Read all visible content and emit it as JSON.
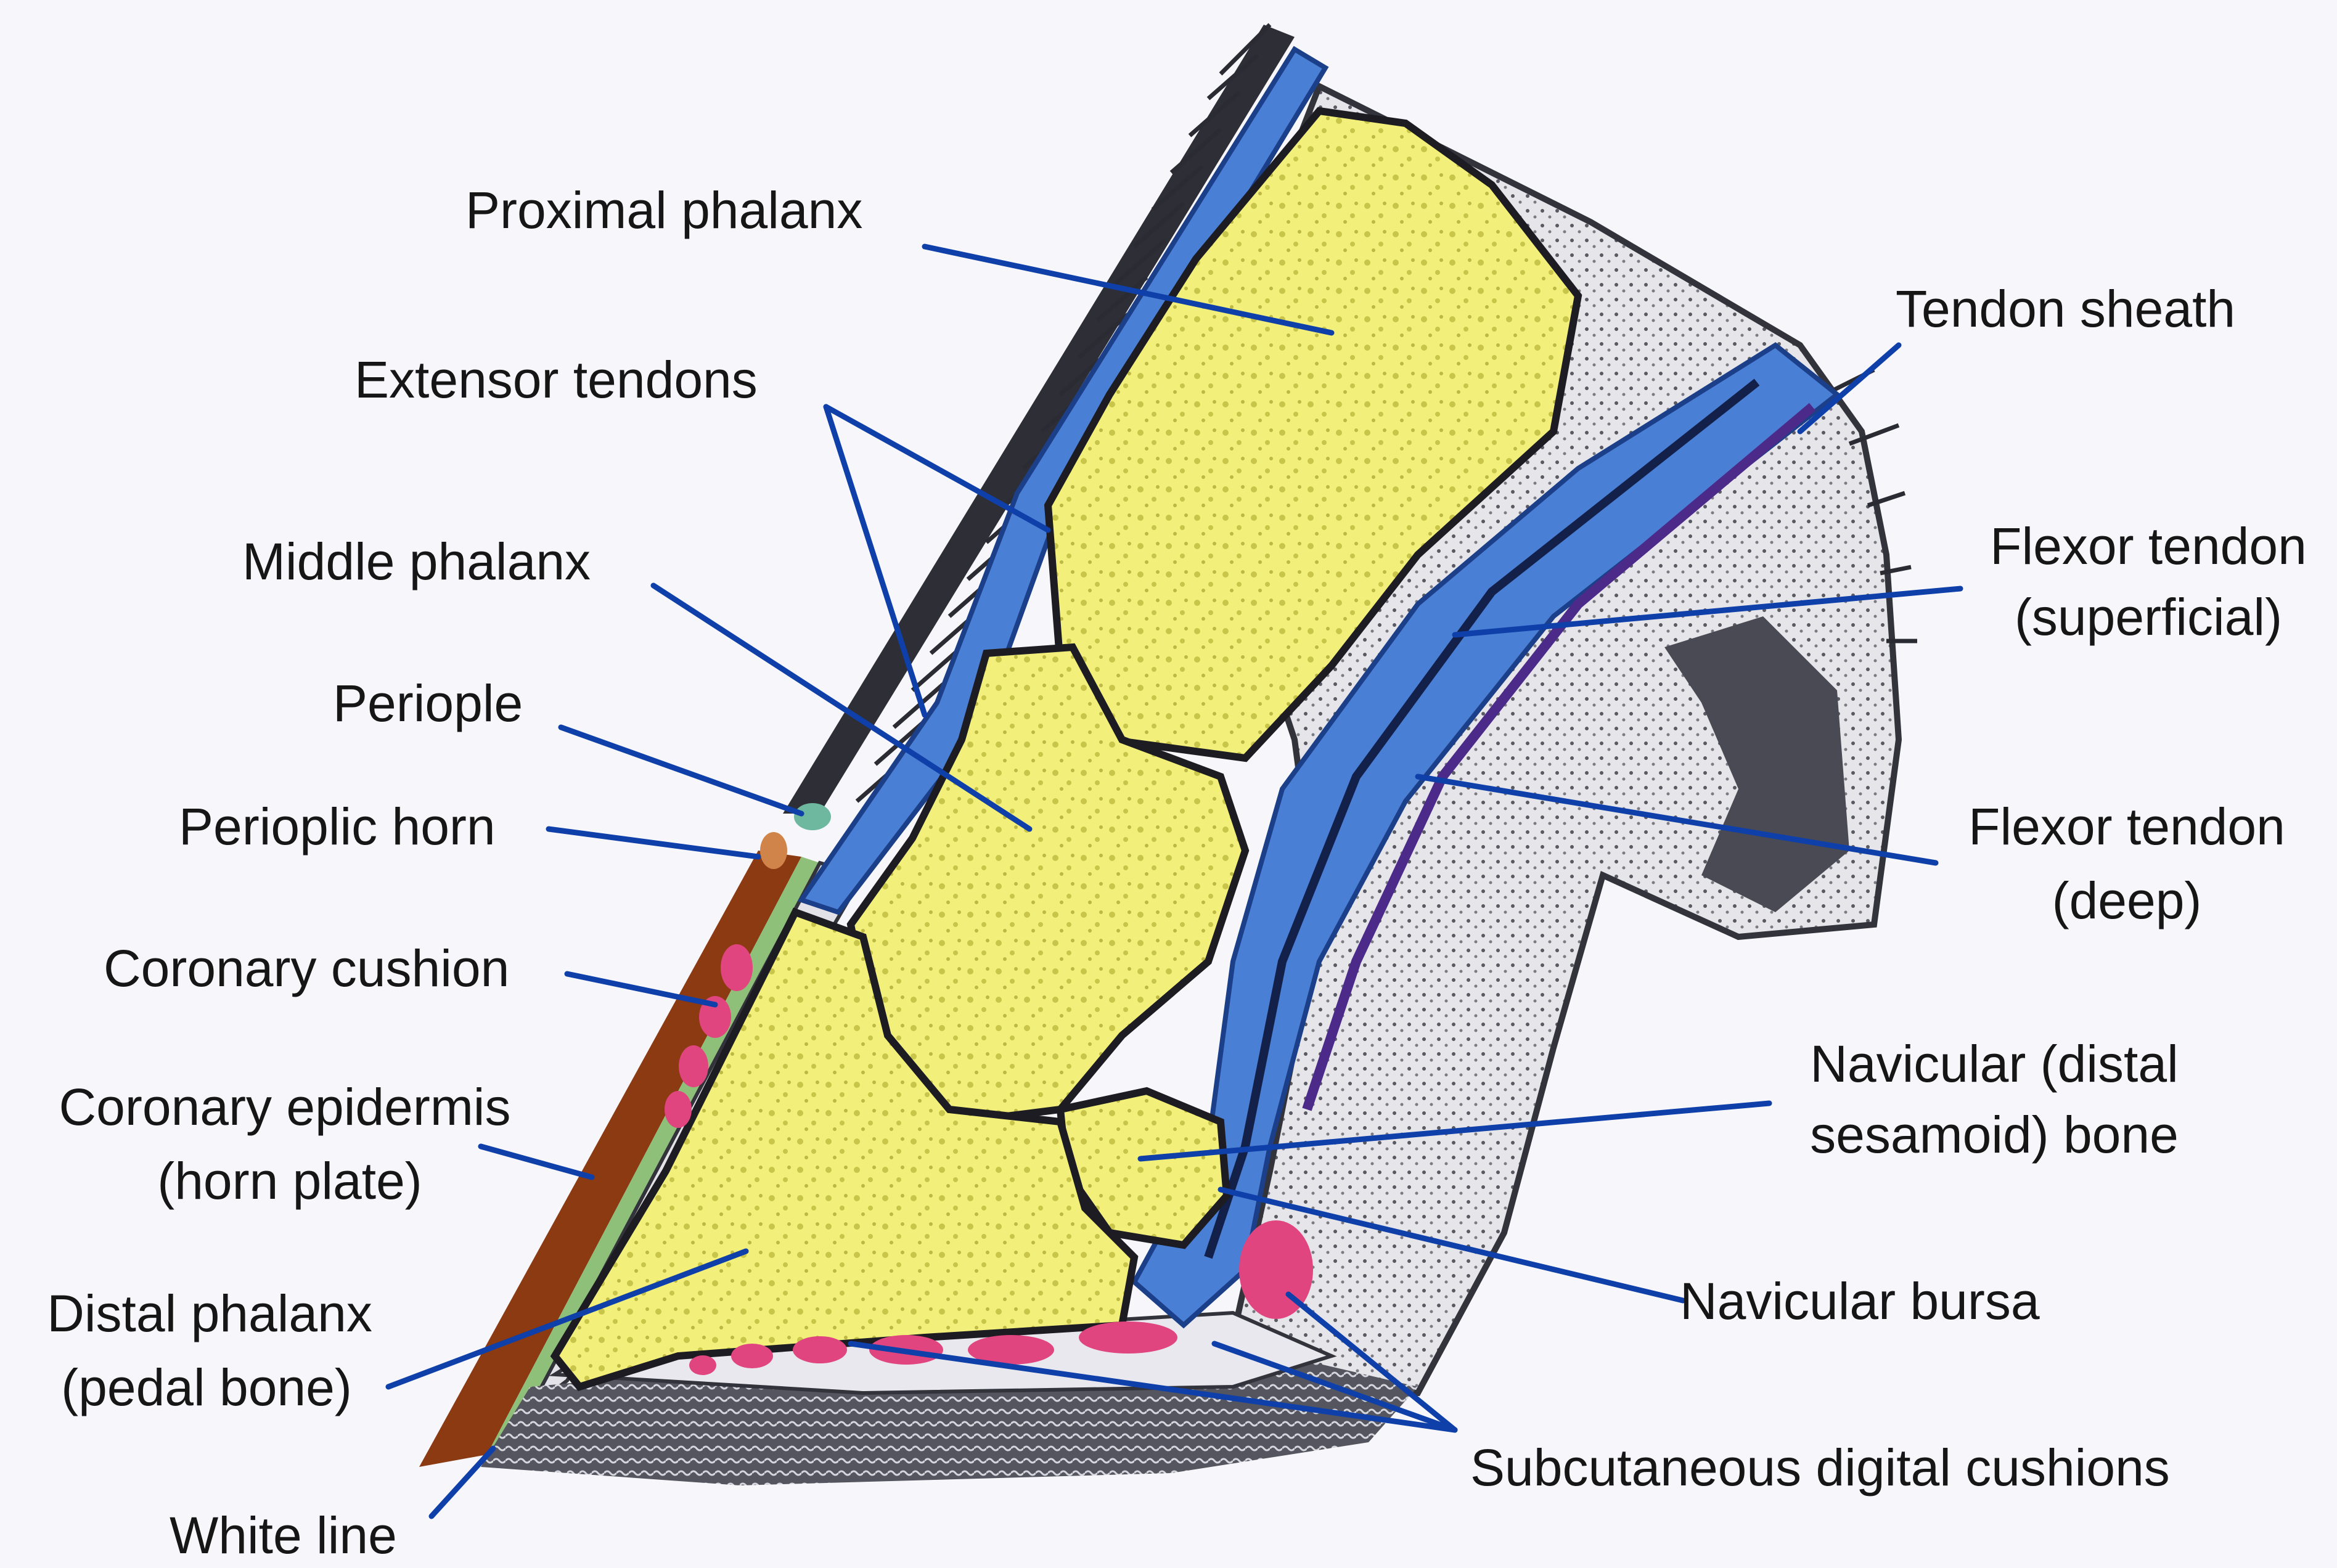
{
  "labels": {
    "proximal_phalanx": "Proximal phalanx",
    "extensor_tendons": "Extensor tendons",
    "middle_phalanx": "Middle phalanx",
    "periople": "Periople",
    "perioplic_horn": "Perioplic horn",
    "coronary_cushion": "Coronary cushion",
    "coronary_epidermis": [
      "Coronary epidermis",
      "(horn plate)"
    ],
    "distal_phalanx": [
      "Distal phalanx",
      "(pedal bone)"
    ],
    "white_line": "White line",
    "tendon_sheath": "Tendon sheath",
    "flexor_tendon_superficial": [
      "Flexor tendon",
      "(superficial)"
    ],
    "flexor_tendon_deep": [
      "Flexor tendon",
      "(deep)"
    ],
    "navicular_bone": [
      "Navicular (distal",
      "sesamoid) bone"
    ],
    "navicular_bursa": "Navicular bursa",
    "subcutaneous_digital_cushions": "Subcutaneous digital cushions"
  },
  "colors": {
    "bone": "#f2f07a",
    "tendon": "#4a7fd6",
    "hoof_wall": "#8b3a12",
    "cushion": "#e0457f",
    "leader": "#0f3fa8",
    "tissue": "#d9d9de",
    "sole": "#3a3a44"
  }
}
